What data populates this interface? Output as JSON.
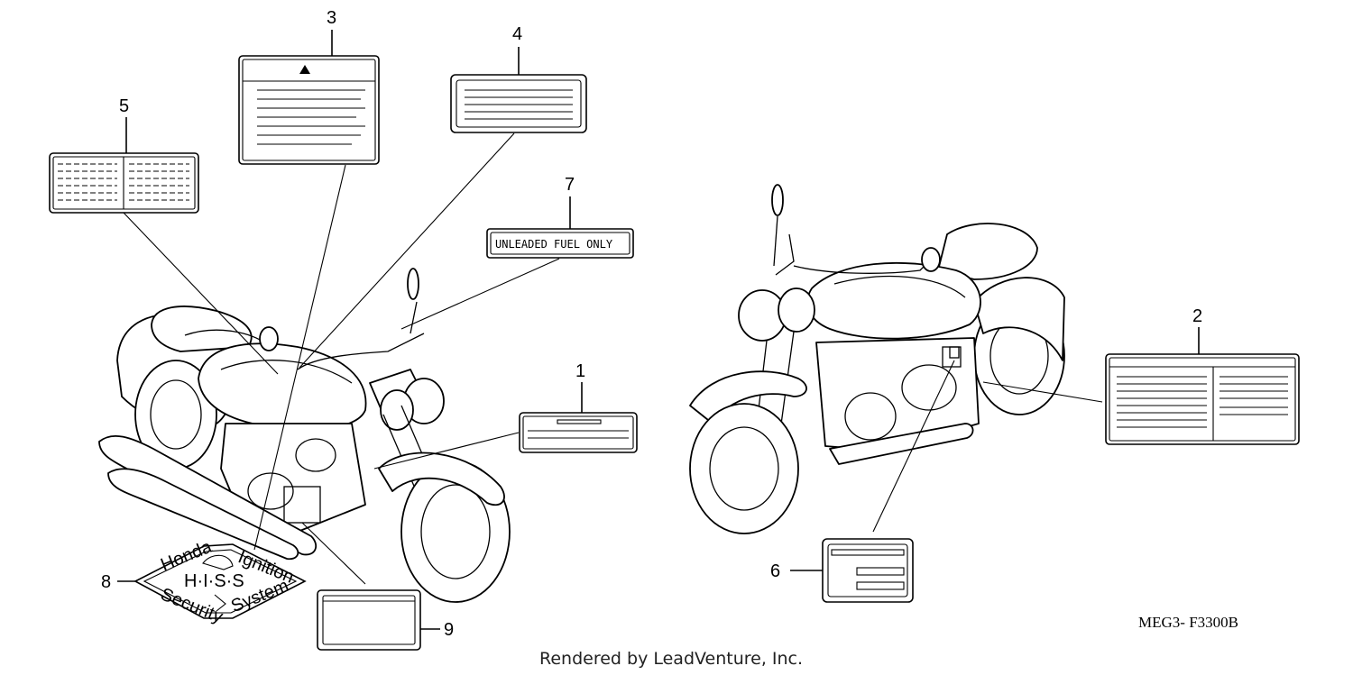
{
  "callouts": {
    "n1": "1",
    "n2": "2",
    "n3": "3",
    "n4": "4",
    "n5": "5",
    "n6": "6",
    "n7": "7",
    "n8": "8",
    "n9": "9"
  },
  "labels": {
    "fuel_label": "UNLEADED FUEL ONLY"
  },
  "seal": {
    "top_left": "Honda",
    "top_right": "Ignition",
    "middle": "H·I·S·S",
    "bottom_left": "Security",
    "bottom_right": "System"
  },
  "diagram_code": "MEG3- F3300B",
  "credit": "Rendered by LeadVenture, Inc."
}
